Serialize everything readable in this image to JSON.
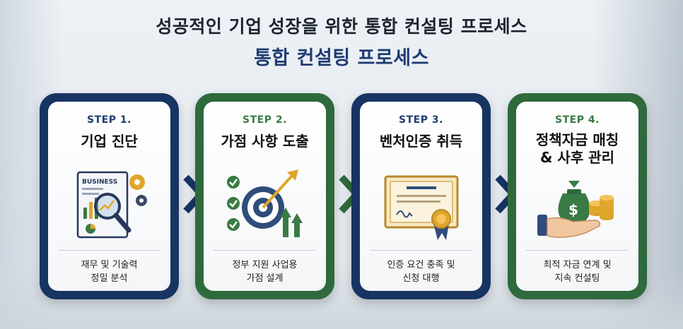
{
  "title_line1": "성공적인 기업 성장을 위한 통합 컨설팅 프로세스",
  "title_line2": "통합 컨설팅 프로세스",
  "colors": {
    "navy": "#173463",
    "green": "#2e6a3c",
    "gold": "#e0a62a"
  },
  "steps": [
    {
      "label": "STEP 1.",
      "title": "기업 진단",
      "desc_line1": "재무 및 기술력",
      "desc_line2": "정밀 분석",
      "icon": "business-analysis-icon",
      "icon_text": "BUSINESS"
    },
    {
      "label": "STEP 2.",
      "title": "가점 사항 도출",
      "desc_line1": "정부 지원 사업용",
      "desc_line2": "가점 설계",
      "icon": "target-growth-icon"
    },
    {
      "label": "STEP 3.",
      "title": "벤처인증 취득",
      "desc_line1": "인증 요건 충족 및",
      "desc_line2": "신청 대행",
      "icon": "certificate-icon"
    },
    {
      "label": "STEP 4.",
      "title_line1": "정책자금 매칭",
      "title_line2": "& 사후 관리",
      "desc_line1": "최적 자금 연계 및",
      "desc_line2": "지속 컨설팅",
      "icon": "money-bag-hand-icon"
    }
  ]
}
